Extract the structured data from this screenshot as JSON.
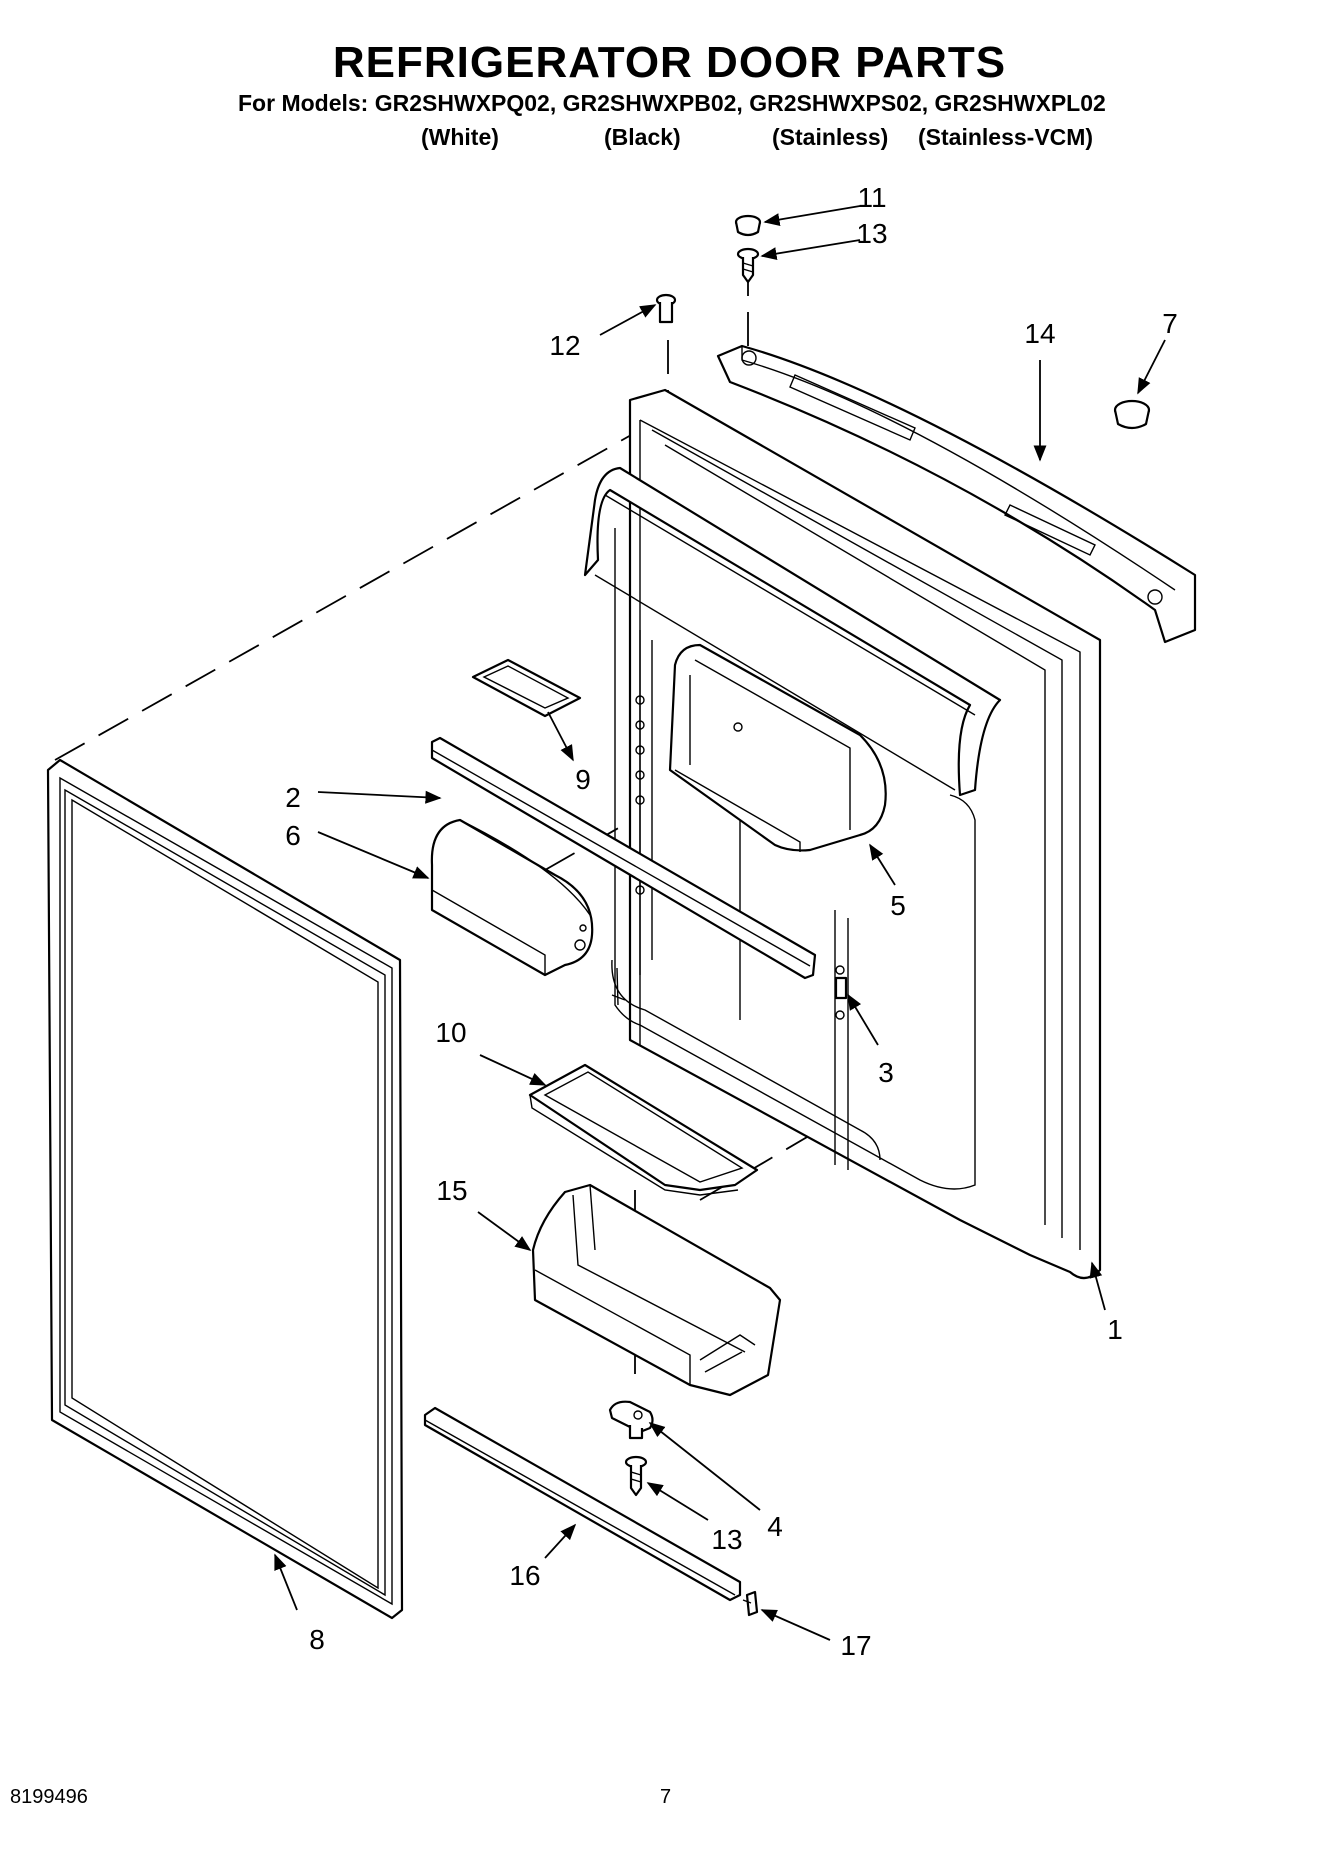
{
  "header": {
    "title": "REFRIGERATOR DOOR PARTS",
    "models_line": "For Models: GR2SHWXPQ02, GR2SHWXPB02, GR2SHWXPS02, GR2SHWXPL02",
    "variants": [
      "(White)",
      "(Black)",
      "(Stainless)",
      "(Stainless-VCM)"
    ]
  },
  "callouts": {
    "c1": "1",
    "c2": "2",
    "c3": "3",
    "c4": "4",
    "c5": "5",
    "c6": "6",
    "c7": "7",
    "c8": "8",
    "c9": "9",
    "c10": "10",
    "c11": "11",
    "c12": "12",
    "c13a": "13",
    "c13b": "13",
    "c14": "14",
    "c15": "15",
    "c16": "16",
    "c17": "17"
  },
  "footer": {
    "doc_number": "8199496",
    "page_number": "7"
  }
}
